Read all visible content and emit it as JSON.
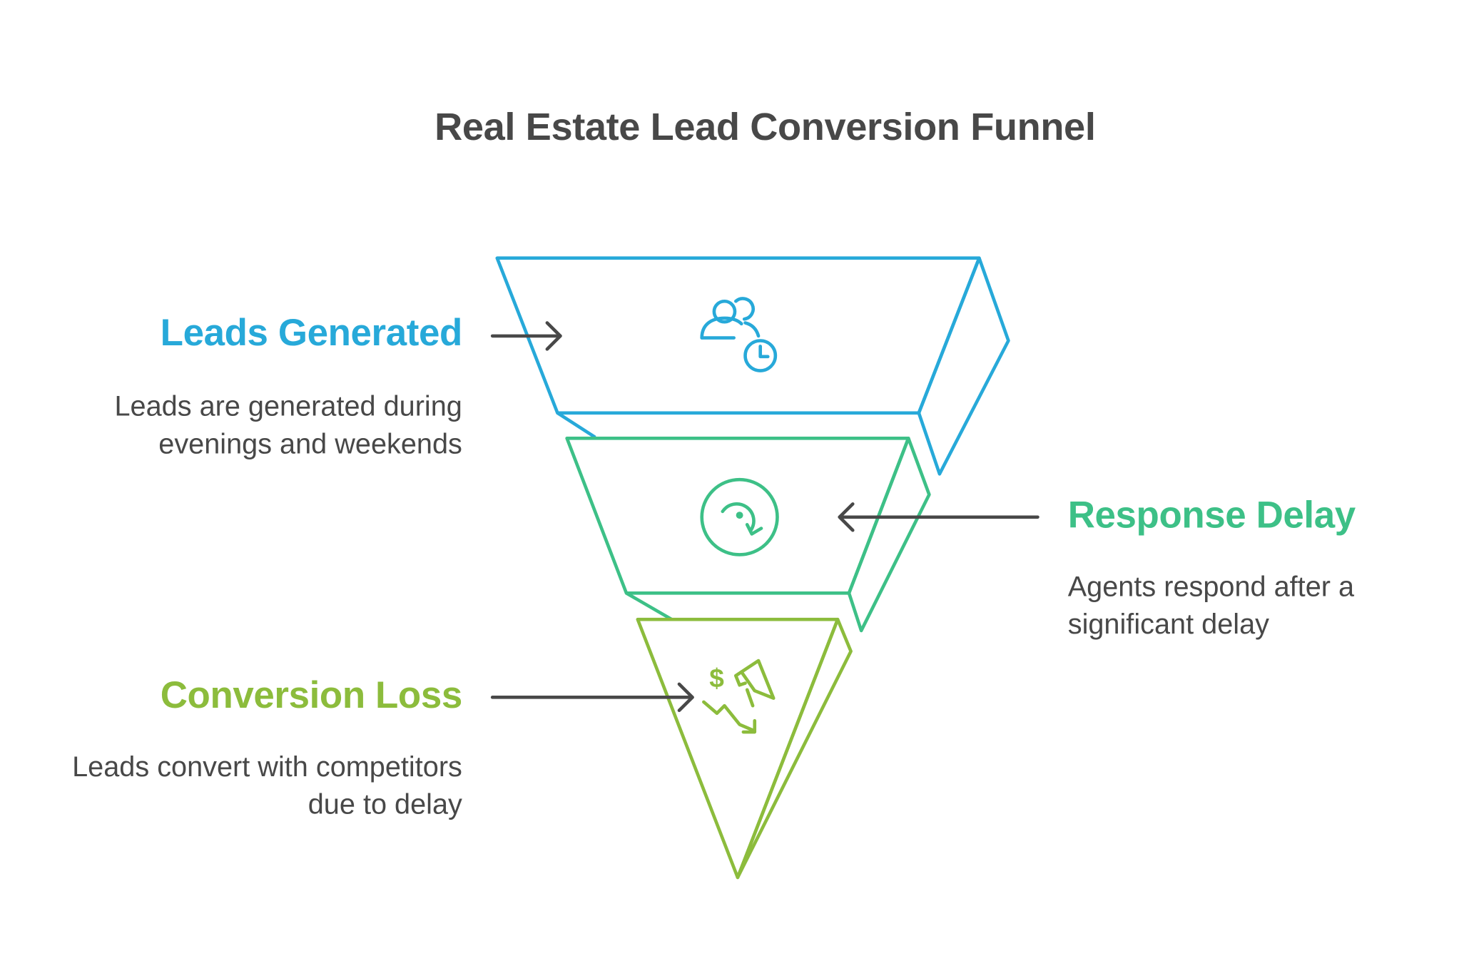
{
  "title": "Real Estate Lead Conversion Funnel",
  "colors": {
    "stage1": "#27a9d9",
    "stage2": "#3dc087",
    "stage3": "#8cbc3c",
    "text": "#484848",
    "arrow": "#484848"
  },
  "stages": [
    {
      "title": "Leads Generated",
      "description": "Leads are generated during evenings and weekends",
      "icon": "users-clock-icon"
    },
    {
      "title": "Response Delay",
      "description": "Agents respond after a significant delay",
      "icon": "clock-refresh-icon"
    },
    {
      "title": "Conversion Loss",
      "description": "Leads convert with competitors due to delay",
      "icon": "money-loss-megaphone-icon"
    }
  ]
}
